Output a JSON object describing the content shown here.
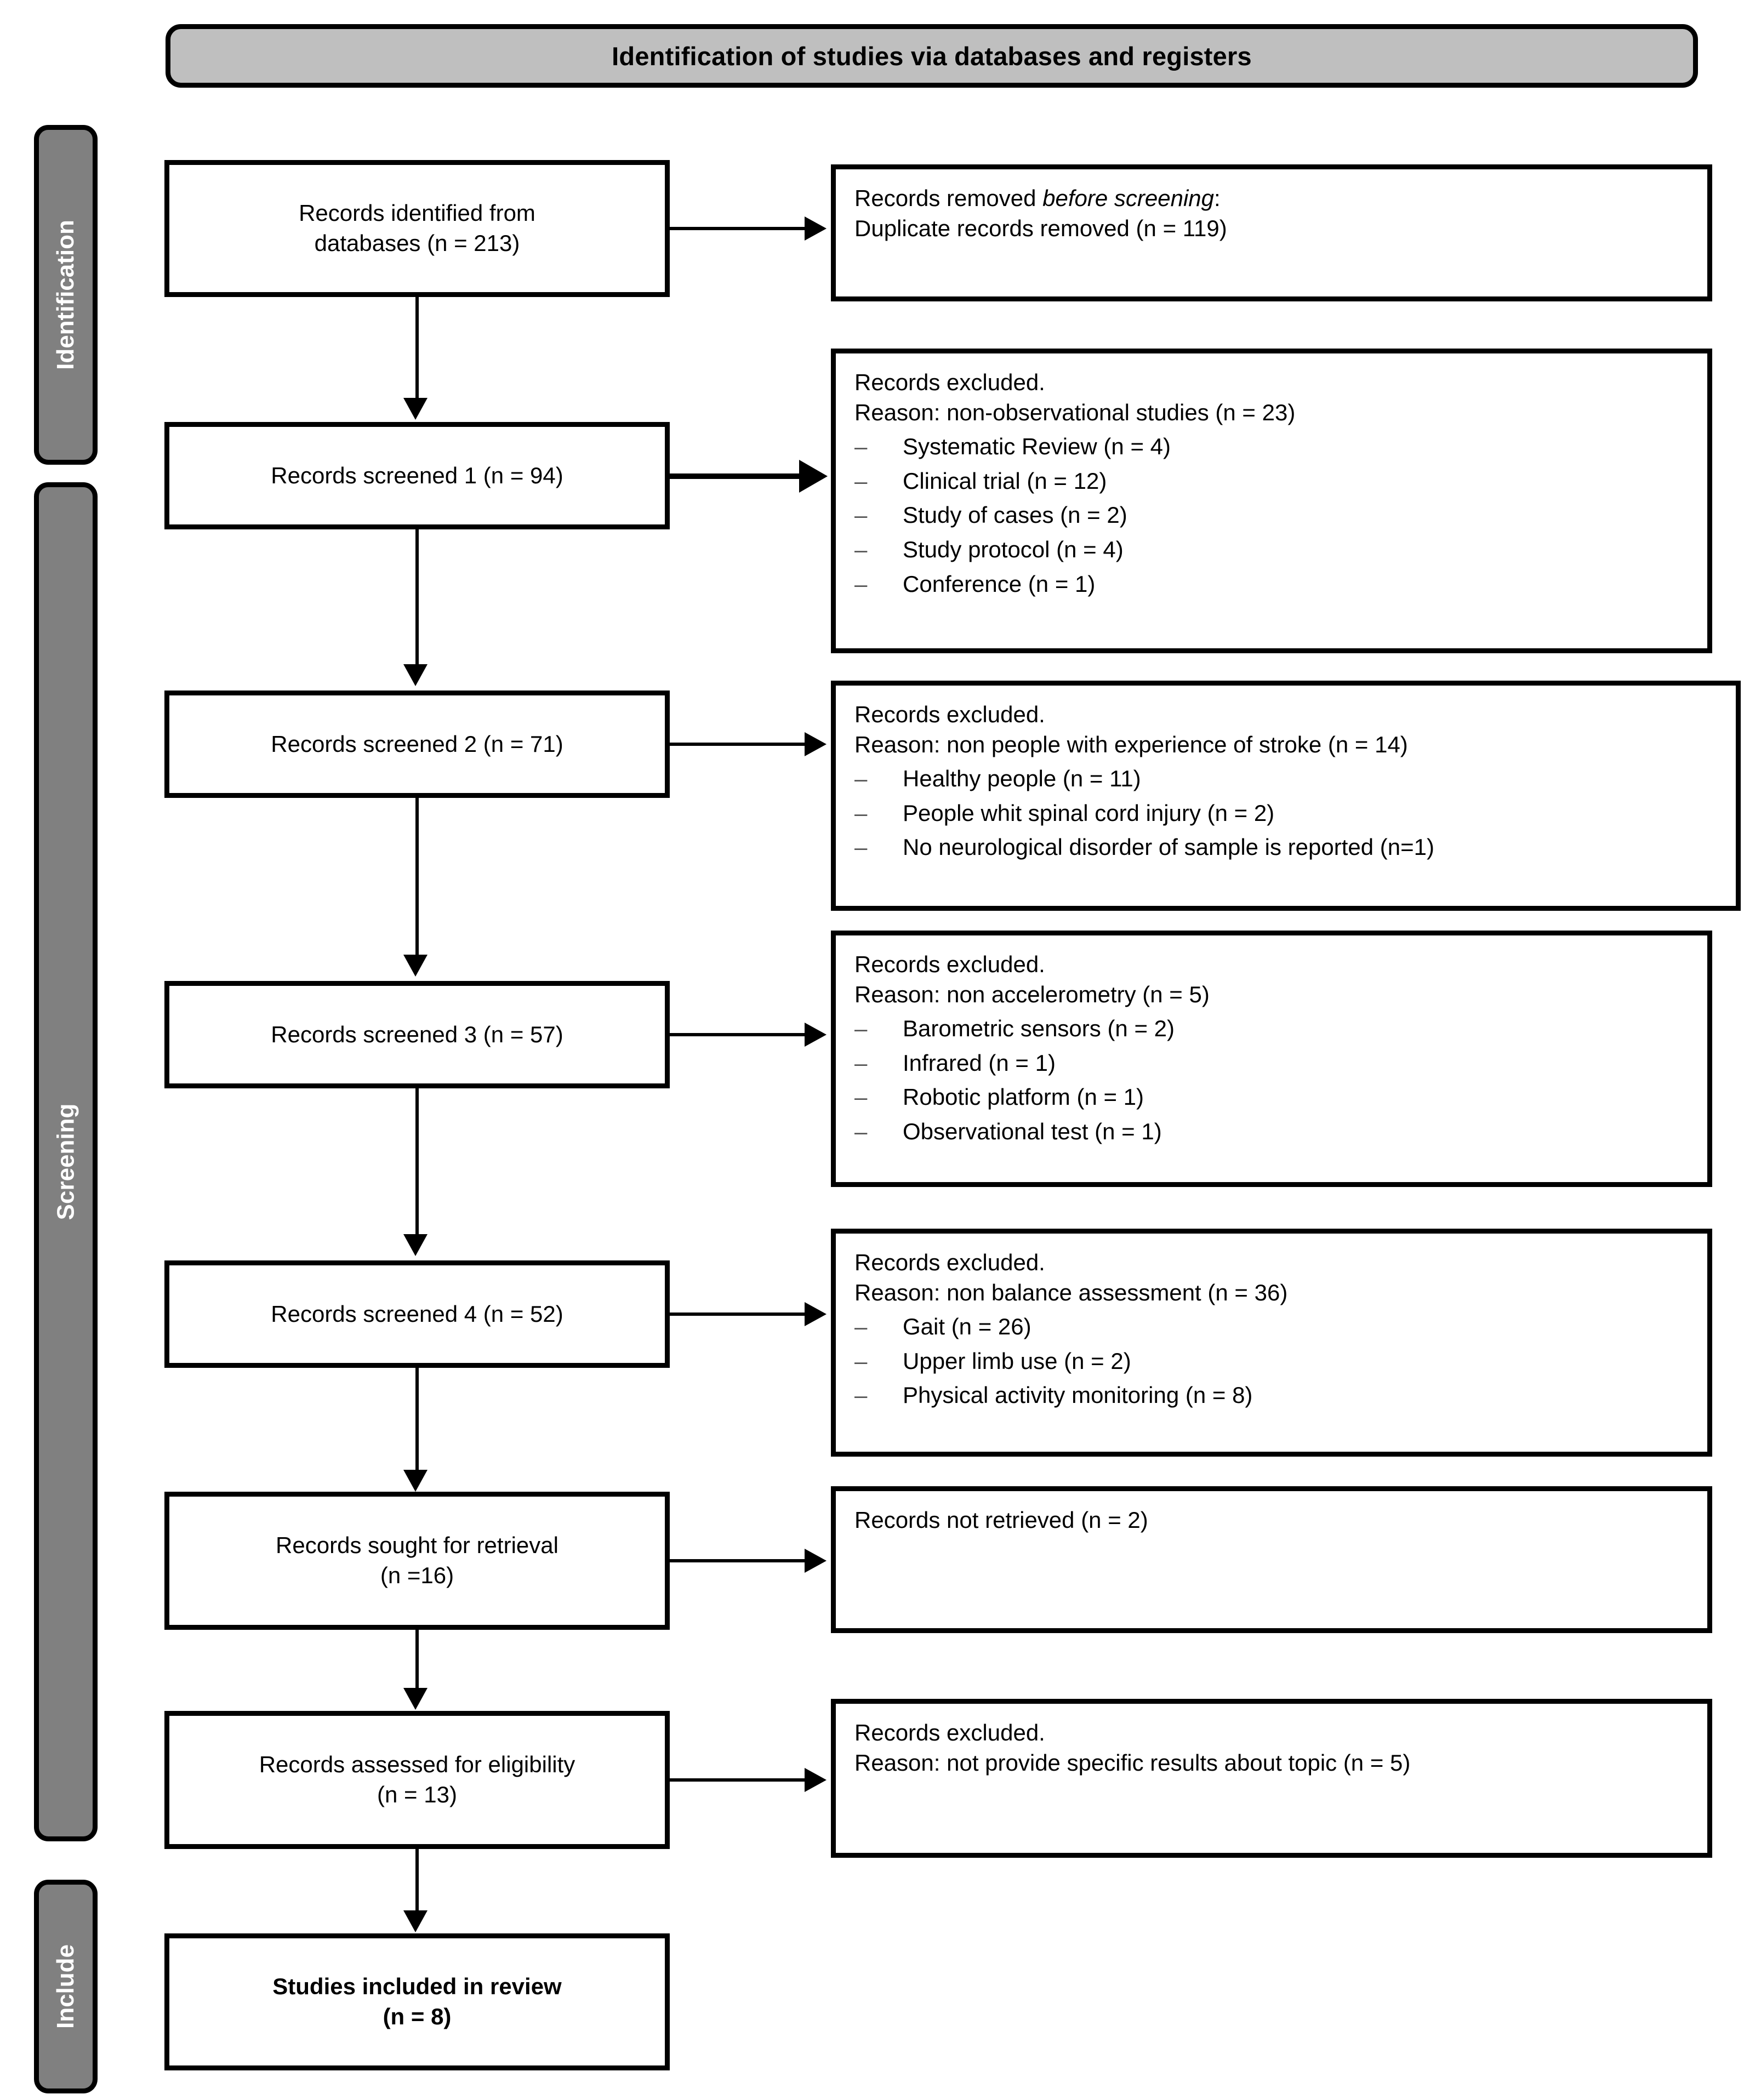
{
  "banner": {
    "title": "Identification of studies via databases and registers"
  },
  "rails": [
    {
      "id": "identification",
      "label": "Identification"
    },
    {
      "id": "screening",
      "label": "Screening"
    },
    {
      "id": "include",
      "label": "Include"
    }
  ],
  "left_column": {
    "identified": {
      "line1": "Records identified from",
      "line2": "databases (n = 213)"
    },
    "screened_1": {
      "line1": "Records screened 1 (n = 94)"
    },
    "screened_2": {
      "line1": "Records screened 2 (n = 71)"
    },
    "screened_3": {
      "line1": "Records screened 3 (n = 57)"
    },
    "screened_4": {
      "line1": "Records screened 4 (n = 52)"
    },
    "sought": {
      "line1": "Records sought for retrieval",
      "line2": "(n =16)"
    },
    "assessed": {
      "line1": "Records assessed for eligibility",
      "line2": "(n = 13)"
    },
    "included": {
      "line1": "Studies included in review",
      "line2": "(n = 8)"
    }
  },
  "right_column": {
    "removed": {
      "line1_prefix": "Records removed ",
      "line1_italic": "before screening",
      "line1_suffix": ":",
      "line2": "Duplicate records removed (n = 119)"
    },
    "excluded_1": {
      "heading": "Records excluded.",
      "reason": "Reason: non-observational studies (n = 23)",
      "bullet_marker": "–",
      "items": [
        "Systematic Review (n = 4)",
        "Clinical trial (n = 12)",
        "Study of cases (n = 2)",
        "Study protocol (n = 4)",
        "Conference (n = 1)"
      ]
    },
    "excluded_2": {
      "heading": "Records excluded.",
      "reason": "Reason: non people with experience of stroke (n = 14)",
      "bullet_marker": "–",
      "items": [
        "Healthy people (n = 11)",
        "People whit spinal cord injury (n = 2)",
        "No neurological disorder of sample is reported (n=1)"
      ]
    },
    "excluded_3": {
      "heading": "Records excluded.",
      "reason": "Reason: non accelerometry (n = 5)",
      "bullet_marker": "–",
      "items": [
        "Barometric sensors (n = 2)",
        "Infrared (n = 1)",
        "Robotic platform (n = 1)",
        "Observational test (n = 1)"
      ]
    },
    "excluded_4": {
      "heading": "Records excluded.",
      "reason": "Reason: non balance assessment (n = 36)",
      "bullet_marker": "–",
      "items": [
        "Gait (n = 26)",
        "Upper limb use (n = 2)",
        "Physical activity monitoring (n = 8)"
      ]
    },
    "not_retrieved": {
      "line1": "Records not retrieved (n = 2)"
    },
    "excluded_5": {
      "heading": "Records excluded.",
      "reason": "Reason: not provide specific results about topic (n = 5)"
    }
  },
  "colors": {
    "banner_fill": "#bfbfbf",
    "rail_fill": "#808080",
    "stroke": "#000000",
    "box_fill": "#ffffff"
  }
}
